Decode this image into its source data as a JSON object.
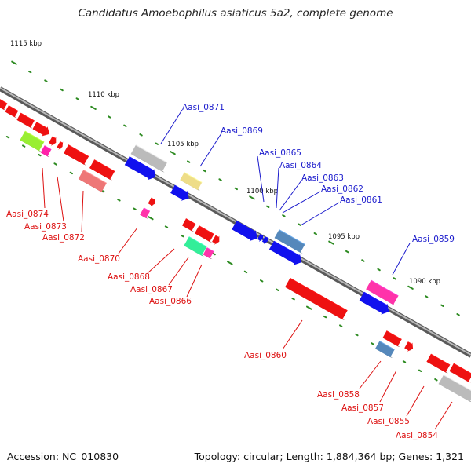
{
  "title": "Candidatus Amoebophilus asiaticus 5a2, complete genome",
  "footer": {
    "accession": "Accession: NC_010830",
    "summary": "Topology: circular; Length: 1,884,364 bp; Genes: 1,321"
  },
  "colors": {
    "backbone": "#7a7a7a",
    "forward_label": "#1a1acc",
    "reverse_label": "#dd1111",
    "tick": "#2e8b22"
  },
  "scale_labels": [
    "1115 kbp",
    "1110 kbp",
    "1105 kbp",
    "1100 kbp",
    "1095 kbp",
    "1090 kbp"
  ],
  "gene_labels": {
    "forward": [
      "Aasi_0871",
      "Aasi_0869",
      "Aasi_0865",
      "Aasi_0864",
      "Aasi_0863",
      "Aasi_0862",
      "Aasi_0861",
      "Aasi_0859"
    ],
    "reverse": [
      "Aasi_0874",
      "Aasi_0873",
      "Aasi_0872",
      "Aasi_0870",
      "Aasi_0868",
      "Aasi_0867",
      "Aasi_0866",
      "Aasi_0860",
      "Aasi_0858",
      "Aasi_0857",
      "Aasi_0855",
      "Aasi_0854"
    ]
  }
}
